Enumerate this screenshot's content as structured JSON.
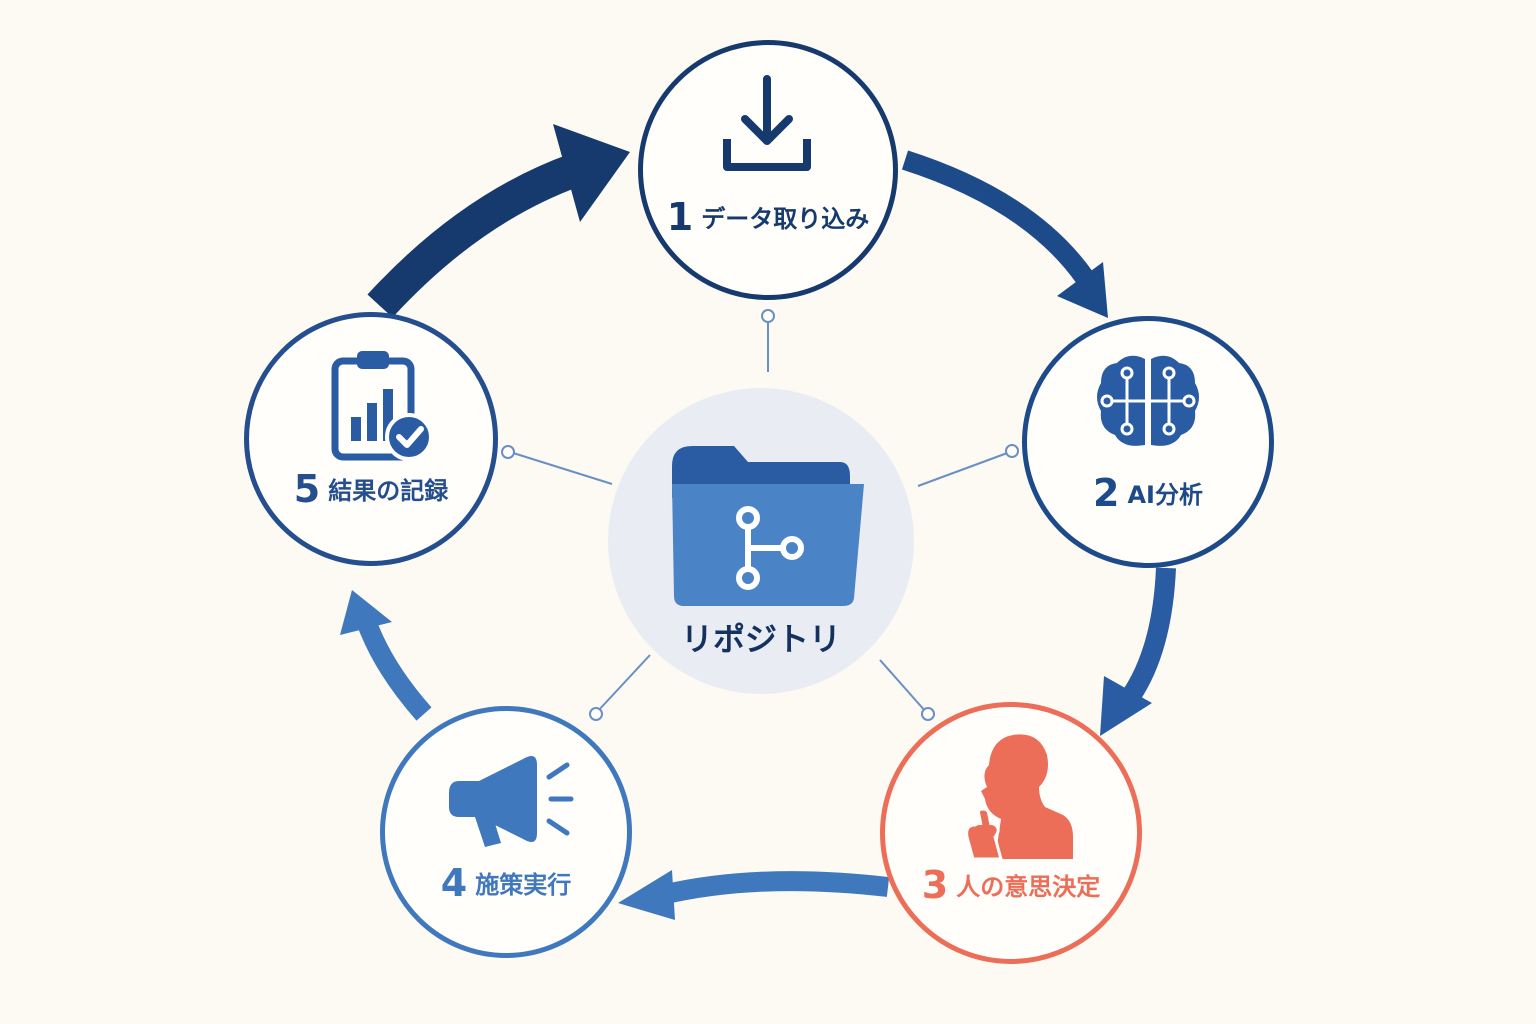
{
  "hub": {
    "label": "リポジトリ",
    "icon": "folder-branch-icon"
  },
  "steps": [
    {
      "num": "1",
      "label": "データ取り込み",
      "icon": "download-icon",
      "color": "#173a6e"
    },
    {
      "num": "2",
      "label": "AI分析",
      "icon": "brain-circuit-icon",
      "color": "#1d4a89"
    },
    {
      "num": "3",
      "label": "人の意思決定",
      "icon": "thinking-person-icon",
      "color": "#ec6e58"
    },
    {
      "num": "4",
      "label": "施策実行",
      "icon": "megaphone-icon",
      "color": "#3f78bd"
    },
    {
      "num": "5",
      "label": "結果の記録",
      "icon": "clipboard-chart-check-icon",
      "color": "#244e8e"
    }
  ],
  "colors": {
    "background": "#fcfaf3",
    "navy": "#173a6e",
    "blue": "#2a5ca3",
    "light_blue": "#3f78bd",
    "coral": "#ec6e58",
    "hub_fill": "#e9edf3"
  }
}
